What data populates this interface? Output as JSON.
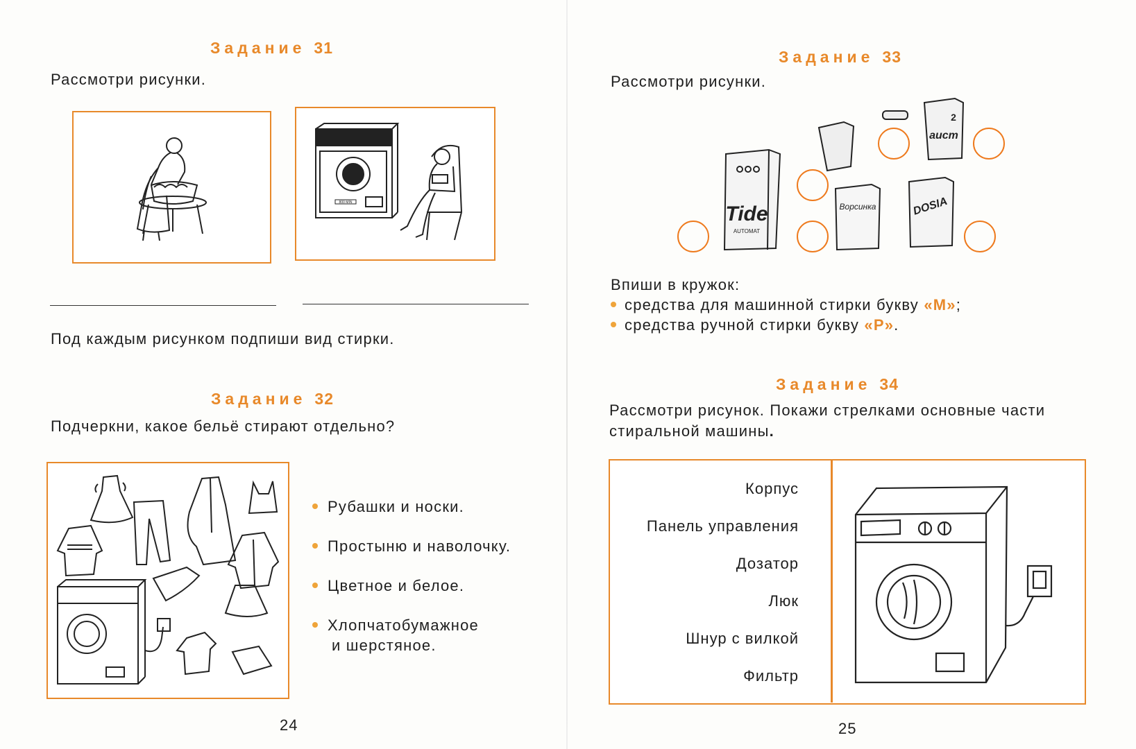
{
  "left_page": {
    "task31": {
      "heading_word": "Задание",
      "heading_num": "31",
      "instruction": "Рассмотри рисунки.",
      "caption": "Под каждым рисунком подпиши вид стирки."
    },
    "task32": {
      "heading_word": "Задание",
      "heading_num": "32",
      "question": "Подчеркни, какое бельё стирают отдельно?",
      "options": [
        "Рубашки и носки.",
        "Простыню и наволочку.",
        "Цветное и белое.",
        "Хлопчатобумажное",
        "и шерстяное."
      ]
    },
    "page_number": "24"
  },
  "right_page": {
    "task33": {
      "heading_word": "Задание",
      "heading_num": "33",
      "instruction": "Рассмотри рисунки.",
      "box_labels": {
        "tide": "Tide",
        "tide_sub": "AUTOMAT",
        "vorsinka": "Ворсинка",
        "dosia": "DOSIA",
        "aist": "аист",
        "aist_num": "2",
        "machine_model": "800 MIN"
      },
      "write_intro": "Впиши в кружок:",
      "rule1_text": "средства для машинной стирки букву",
      "rule1_letter": "«М»",
      "rule1_end": ";",
      "rule2_text": "средства ручной стирки букву",
      "rule2_letter": "«Р»",
      "rule2_end": "."
    },
    "task34": {
      "heading_word": "Задание",
      "heading_num": "34",
      "instruction_line1": "Рассмотри рисунок. Покажи стрелками основные части",
      "instruction_line2": "стиральной машины",
      "instruction_end": ".",
      "parts": [
        "Корпус",
        "Панель управления",
        "Дозатор",
        "Люк",
        "Шнур с вилкой",
        "Фильтр"
      ]
    },
    "page_number": "25"
  },
  "colors": {
    "accent": "#e8892a",
    "circle": "#ee7a1d",
    "bullet": "#efa43a",
    "text": "#1e1e1e"
  }
}
